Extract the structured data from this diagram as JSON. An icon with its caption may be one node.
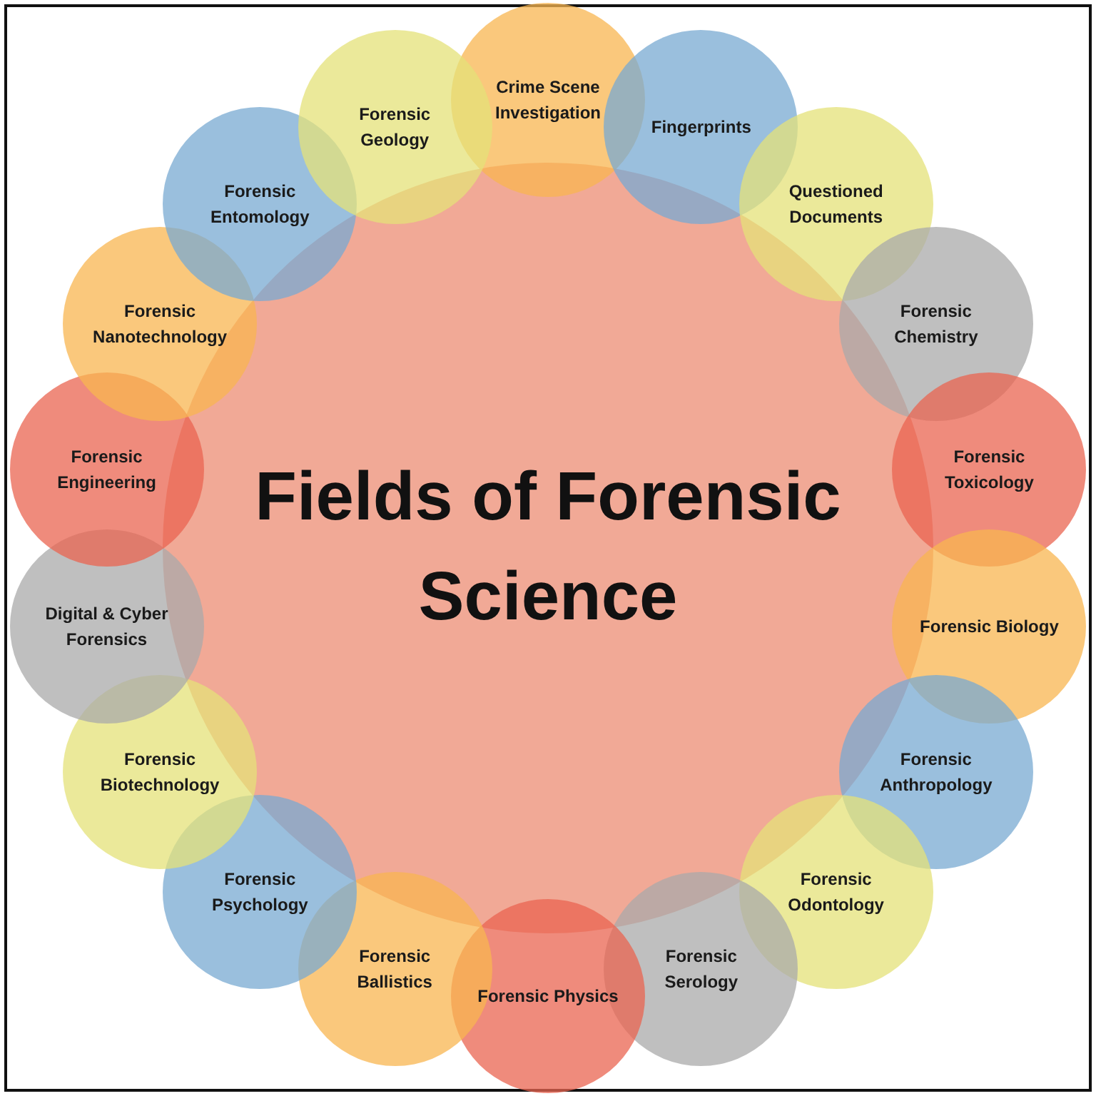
{
  "diagram": {
    "nodes": [
      {
        "text": [
          "Fields of Forensic Science"
        ]
      },
      {
        "text": [
          "Crime Scene Investigation"
        ]
      },
      {
        "text": [
          "Fingerprints"
        ]
      },
      {
        "text": [
          "Questioned Documents"
        ]
      },
      {
        "text": [
          "Forensic Chemistry"
        ]
      },
      {
        "text": [
          "Forensic Toxicology"
        ]
      },
      {
        "text": [
          "Forensic Biology"
        ]
      },
      {
        "text": [
          "Forensic Anthropology"
        ]
      },
      {
        "text": [
          "Forensic Odontology"
        ]
      },
      {
        "text": [
          "Forensic Serology"
        ]
      },
      {
        "text": [
          "Forensic Physics"
        ]
      },
      {
        "text": [
          "Forensic Ballistics"
        ]
      },
      {
        "text": [
          "Forensic Psychology"
        ]
      },
      {
        "text": [
          "Forensic Biotechnology"
        ]
      },
      {
        "text": [
          "Digital & Cyber Forensics"
        ]
      },
      {
        "text": [
          "Forensic Engineering"
        ]
      },
      {
        "text": [
          "Forensic Nanotechnology"
        ]
      },
      {
        "text": [
          "Forensic Entomology"
        ]
      },
      {
        "text": [
          "Forensic Geology"
        ]
      }
    ]
  }
}
